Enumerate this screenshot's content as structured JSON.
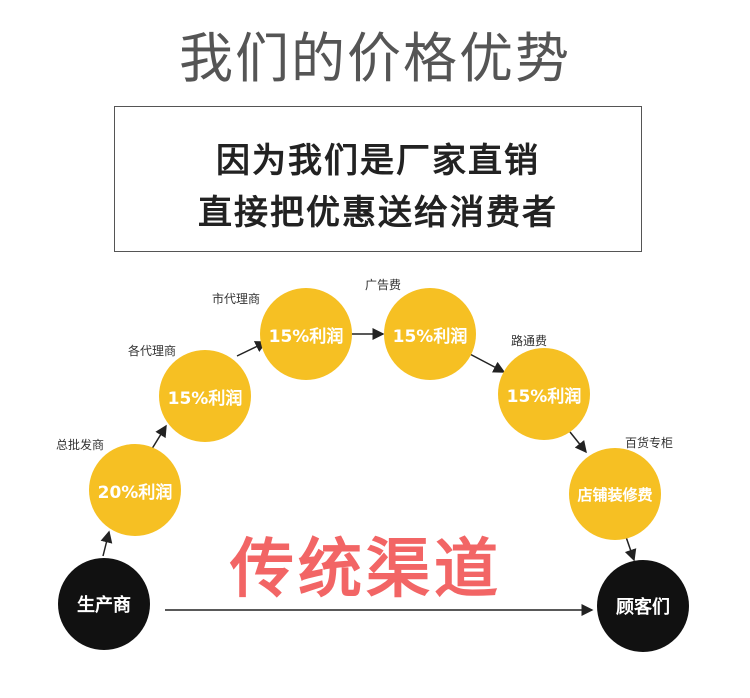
{
  "title": "我们的价格优势",
  "box": {
    "line1": "因为我们是厂家直销",
    "line2": "直接把优惠送给消费者"
  },
  "nodes": {
    "producer": "生产商",
    "wholesale": "20%利润",
    "regional": "15%利润",
    "city": "15%利润",
    "advertising": "15%利润",
    "road": "15%利润",
    "store": "店铺装修费",
    "customer": "顾客们"
  },
  "labels": {
    "wholesale": "总批发商",
    "regional": "各代理商",
    "city": "市代理商",
    "advertising": "广告费",
    "road": "路通费",
    "store": "百货专柜"
  },
  "center_text": "传统渠道",
  "colors": {
    "yellow": "#f6c023",
    "black": "#111111",
    "accent_red": "#f26565"
  }
}
